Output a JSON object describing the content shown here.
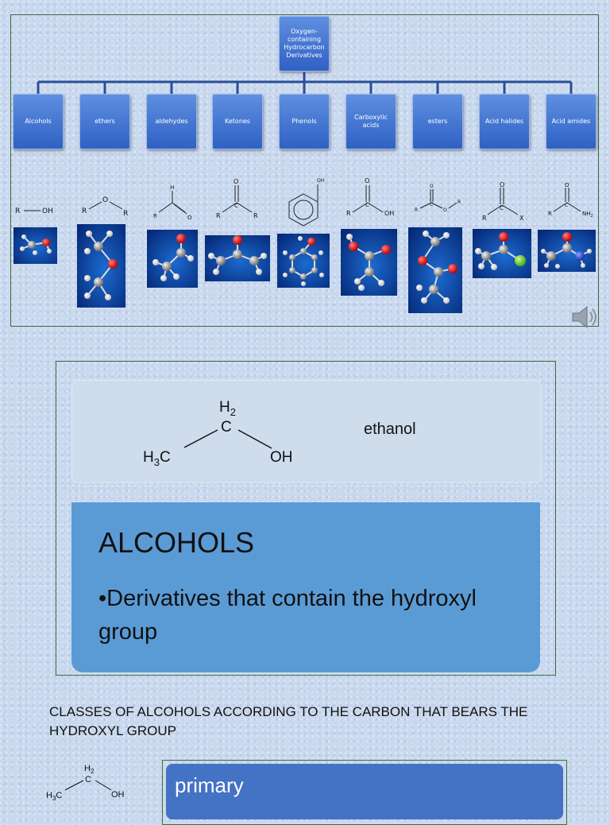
{
  "hierarchy": {
    "root_label": "Oxygen-containing Hydrocarbon Derivatives",
    "categories": [
      {
        "label": "Alcohols"
      },
      {
        "label": "ethers"
      },
      {
        "label": "aldehydes"
      },
      {
        "label": "Ketones"
      },
      {
        "label": "Phenols"
      },
      {
        "label": "Carboxylic acids"
      },
      {
        "label": "esters"
      },
      {
        "label": "Acid halides"
      },
      {
        "label": "Acid amides"
      }
    ]
  },
  "formula_labels": {
    "r": "R",
    "o": "O",
    "oh": "OH",
    "h": "H",
    "c": "C",
    "x": "X",
    "nh2": "NH",
    "nh2_sub": "2"
  },
  "ethanol_card": {
    "name": "ethanol",
    "h2": "H",
    "h2_sub": "2",
    "c": "C",
    "h3c": "H",
    "h3c_sub": "3",
    "h3c_c": "C",
    "oh": "OH"
  },
  "alcohols": {
    "title": "ALCOHOLS",
    "bullet": "•",
    "definition": "Derivatives that contain the hydroxyl group"
  },
  "classes": {
    "heading": "CLASSES OF ALCOHOLS ACCORDING TO THE CARBON THAT BEARS THE HYDROXYL GROUP",
    "primary_label": "primary"
  },
  "colors": {
    "box_blue": "#2f61c4",
    "card_light": "#cfdcec",
    "alcohols_panel": "#5b9bd5",
    "primary_panel": "#4472c4",
    "frame_green": "#3b6e3b"
  },
  "icons": [
    "speaker-icon"
  ]
}
